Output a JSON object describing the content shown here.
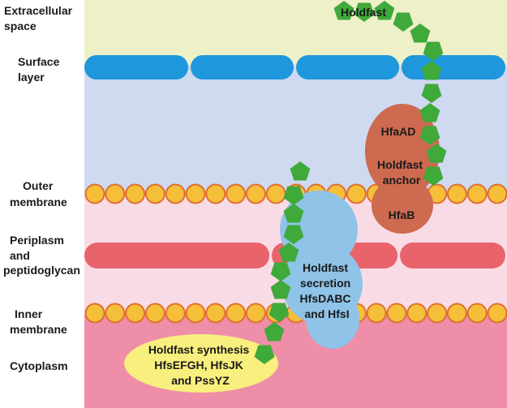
{
  "labels": {
    "extracellular": [
      "Extracellular",
      "space"
    ],
    "surface_layer": [
      "Surface",
      "layer"
    ],
    "outer_membrane": [
      "Outer",
      "membrane"
    ],
    "periplasm": [
      "Periplasm",
      "and",
      "peptidoglycan"
    ],
    "inner_membrane": [
      "Inner",
      "membrane"
    ],
    "cytoplasm": [
      "Cytoplasm"
    ]
  },
  "components": {
    "holdfast": "Holdfast",
    "hfaad": "HfaAD",
    "anchor": [
      "Holdfast",
      "anchor"
    ],
    "hfab": "HfaB",
    "secretion": [
      "Holdfast",
      "secretion",
      "HfsDABC",
      "and HfsI"
    ],
    "synthesis": [
      "Holdfast synthesis",
      "HfsEFGH, HfsJK",
      "and PssYZ"
    ]
  },
  "colors": {
    "extracellular_bg": "#eef0c8",
    "surface_bg": "#cfd9ef",
    "periplasm_bg": "#f9dbe6",
    "cytoplasm_bg": "#ef8ea8",
    "surface_pill": "#1e97dc",
    "peptidoglycan_pill": "#e9636a",
    "lipid_bead": "#f5bf3a",
    "lipid_bead_edge": "#e07030",
    "anchor_protein": "#cd6a50",
    "secretion_protein": "#8fc3e8",
    "synthesis_protein": "#f8ef7e",
    "sugar": "#3fa93a"
  }
}
